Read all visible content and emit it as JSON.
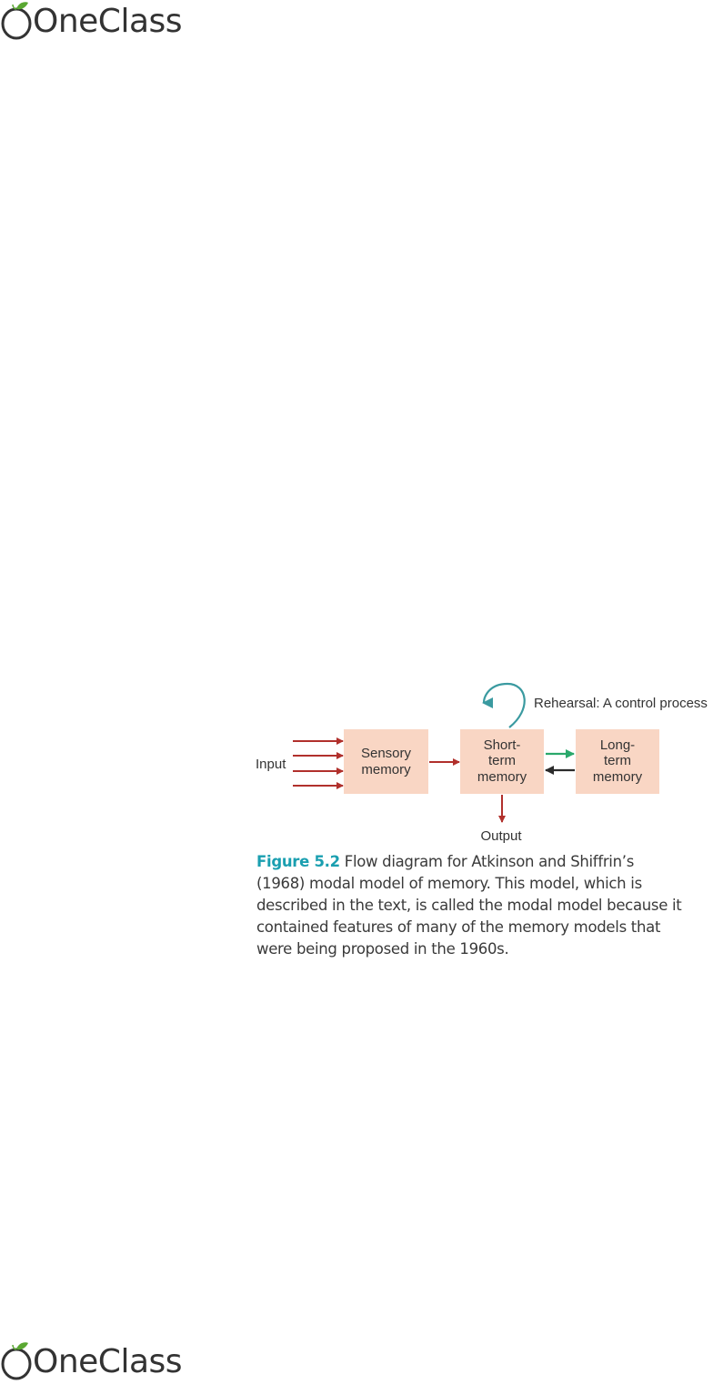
{
  "header": {
    "logo_text": "OneClass"
  },
  "footer": {
    "logo_text": "OneClass"
  },
  "figure": {
    "input_label": "Input",
    "sensory_line1": "Sensory",
    "sensory_line2": "memory",
    "short_line1": "Short-",
    "short_line2": "term",
    "short_line3": "memory",
    "long_line1": "Long-",
    "long_line2": "term",
    "long_line3": "memory",
    "output_label": "Output",
    "rehearsal_label": "Rehearsal: A control process",
    "caption_label": "Figure 5.2",
    "caption_text": "Flow diagram for Atkinson and Shiffrin’s (1968) modal model of memory. This model, which is described in the text, is called the modal model because it contained features of many of the memory models that were being proposed in the 1960s.",
    "colors": {
      "box_fill": "#f9d6c4",
      "input_arrows": "#b1302c",
      "to_long_term": "#2aa86b",
      "from_long_term": "#2b2b2b",
      "rehearsal": "#3a9aa0",
      "caption_label": "#1a9fb0"
    }
  }
}
